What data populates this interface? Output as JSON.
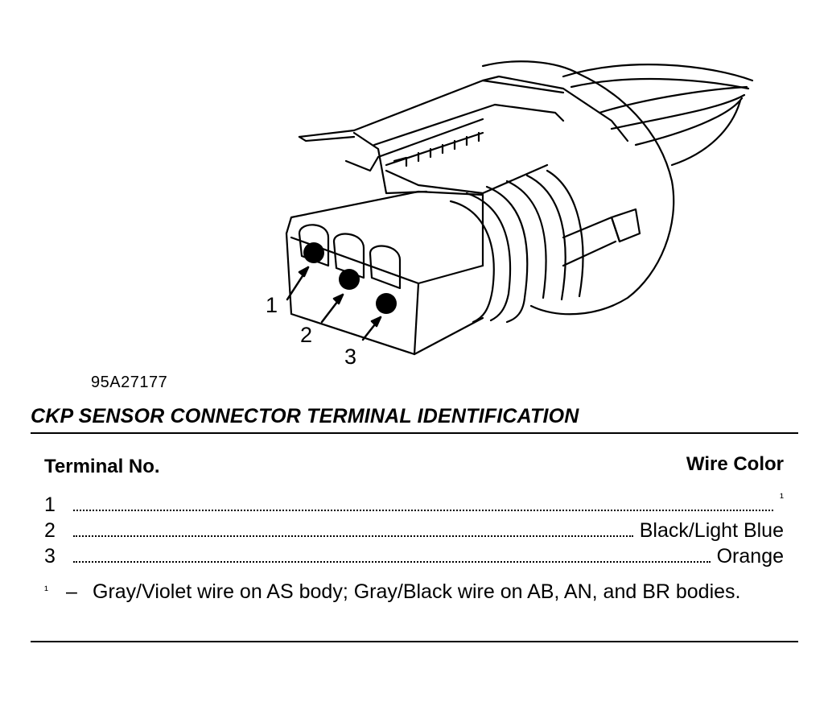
{
  "figure": {
    "code": "95A27177",
    "callouts": [
      "1",
      "2",
      "3"
    ]
  },
  "table": {
    "title": "CKP SENSOR CONNECTOR TERMINAL IDENTIFICATION",
    "header_terminal": "Terminal No.",
    "header_wire_color": "Wire Color",
    "rows": [
      {
        "terminal": "1",
        "wire_color": "¹"
      },
      {
        "terminal": "2",
        "wire_color": "Black/Light Blue"
      },
      {
        "terminal": "3",
        "wire_color": "Orange"
      }
    ],
    "footnote_marker": "¹",
    "footnote_dash": "–",
    "footnote_text": "Gray/Violet wire on AS body; Gray/Black wire on AB, AN, and BR bodies."
  }
}
